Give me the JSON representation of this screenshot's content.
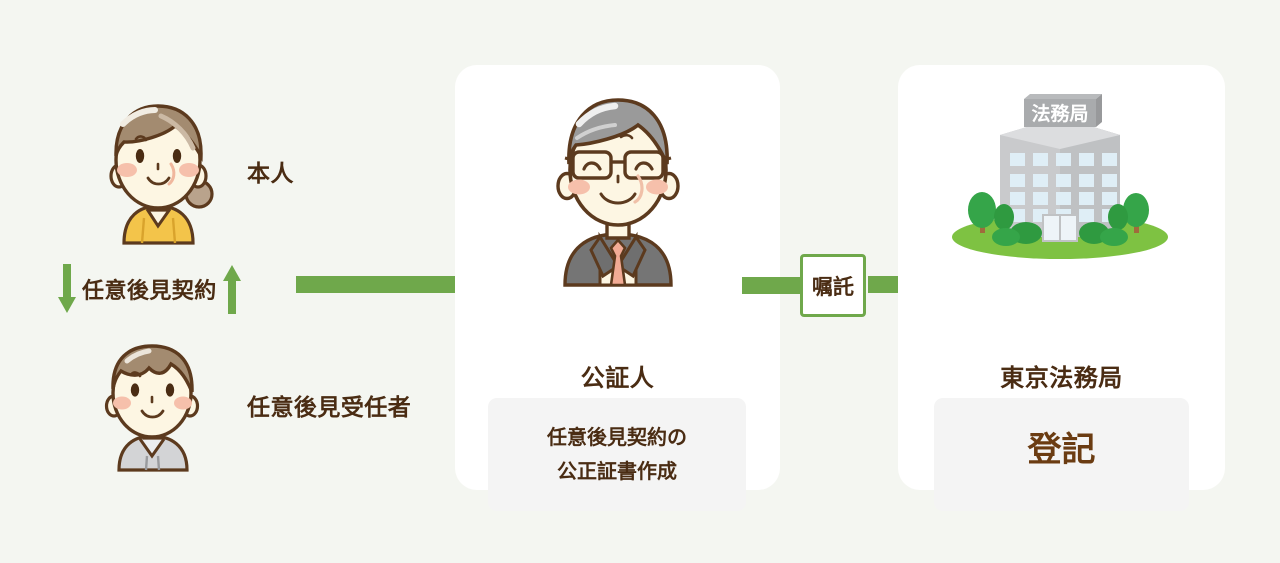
{
  "background_color": "#f4f6f1",
  "accent_green": "#6fa84b",
  "text_brown": "#4a2c13",
  "card_background": "#ffffff",
  "info_box_background": "#f4f4f4",
  "left_group": {
    "principal": {
      "label": "本人",
      "icon": "elderly-woman-avatar-icon"
    },
    "proxy": {
      "label": "任意後見受任者",
      "icon": "young-man-avatar-icon"
    },
    "relationship": {
      "label": "任意後見契約",
      "down_arrow_icon": "arrow-down-icon",
      "up_arrow_icon": "arrow-up-icon"
    }
  },
  "flow": {
    "arrow_to_notary_icon": "arrow-right-icon",
    "entrustment": {
      "label": "嘱託",
      "arrow_icon": "arrow-right-icon"
    }
  },
  "cards": [
    {
      "id": "notary",
      "title": "公証人",
      "icon": "notary-avatar-icon",
      "info_lines": [
        "任意後見契約の",
        "公正証書作成"
      ]
    },
    {
      "id": "registry",
      "title": "東京法務局",
      "icon": "legal-affairs-bureau-building-icon",
      "building_sign": "法務局",
      "info_lines": [
        "登記"
      ]
    }
  ]
}
